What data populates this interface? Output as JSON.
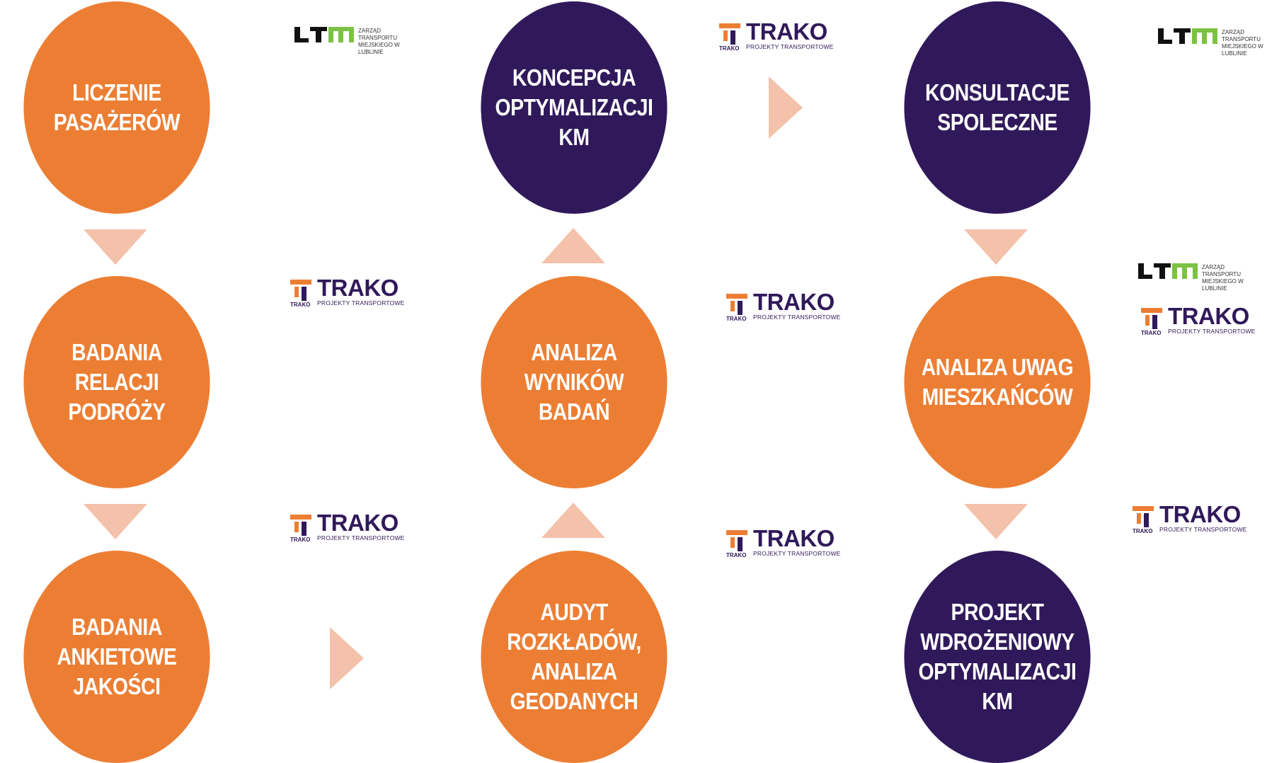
{
  "colors": {
    "orange": "#ec7e34",
    "purple": "#30195a",
    "arrow": "#f4c1ab"
  },
  "nodes": {
    "liczenie": "LICZENIE\nPASAŻERÓW",
    "relacje": "BADANIA\nRELACJI\nPODRÓŻY",
    "ankietowe": "BADANIA\nANKIETOWE\nJAKOŚCI",
    "koncepcja": "KONCEPCJA\nOPTYMALIZACJI\nKM",
    "analiza_wynikow": "ANALIZA\nWYNIKÓW\nBADAŃ",
    "audyt": "AUDYT\nROZKŁADÓW,\nANALIZA\nGEODANYCH",
    "konsultacje": "KONSULTACJE\nSPOLECZNE",
    "analiza_uwag": "ANALIZA UWAG\nMIESZKAŃCÓW",
    "projekt": "PROJEKT\nWDROŻENIOWY\nOPTYMALIZACJI\nKM"
  },
  "logos": {
    "trako_word": "TRAKO",
    "trako_small": "TRAKO",
    "trako_tagline": "PROJEKTY TRANSPORTOWE",
    "ztm_text": "ZARZĄD TRANSPORTU\nMIEJSKIEGO W LUBLINIE"
  }
}
